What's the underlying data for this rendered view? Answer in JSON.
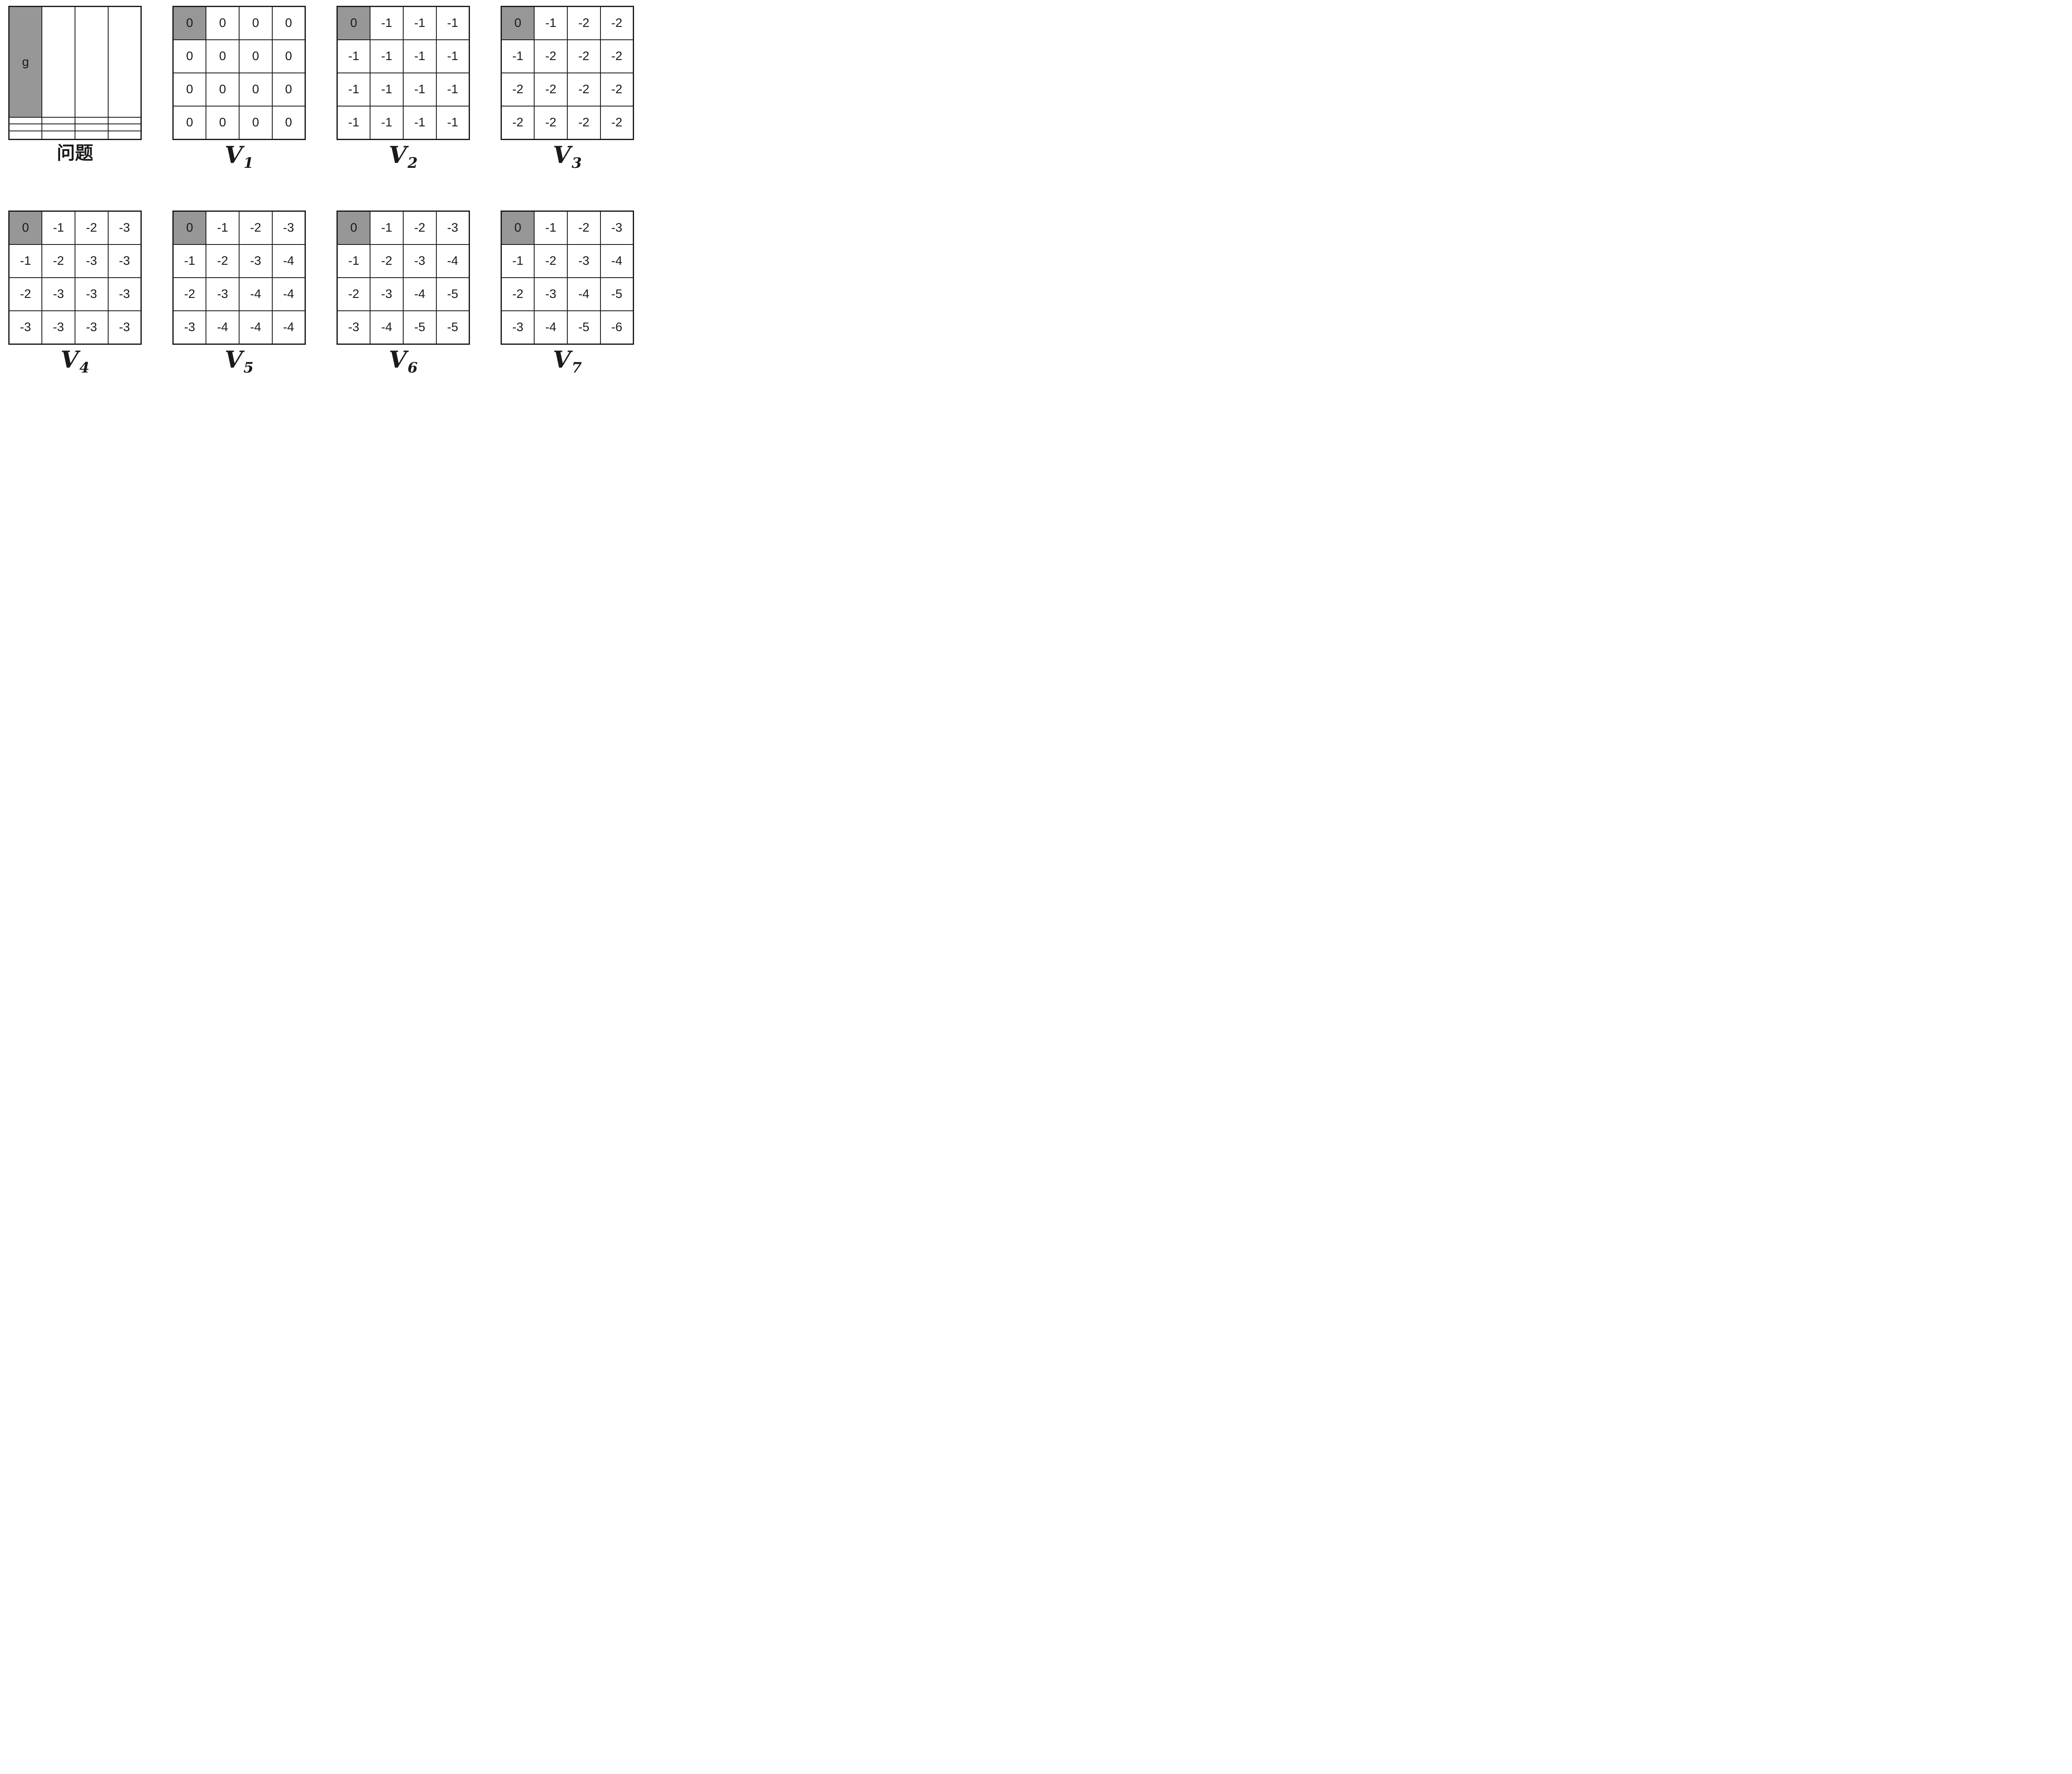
{
  "colors": {
    "background": "#ffffff",
    "goal_fill": "#979797",
    "line": "#1a1a1a",
    "ink": "#1a1a1a"
  },
  "layout": {
    "rows": [
      [
        "problem",
        "V1",
        "V2",
        "V3"
      ],
      [
        "V4",
        "V5",
        "V6",
        "V7"
      ]
    ]
  },
  "panels": [
    {
      "name": "problem",
      "caption": {
        "style": "cjk",
        "text": "问题"
      },
      "goal_cell": [
        0,
        0
      ],
      "cells": [
        [
          "g",
          "",
          "",
          ""
        ],
        [
          "",
          "",
          "",
          ""
        ],
        [
          "",
          "",
          "",
          ""
        ],
        [
          "",
          "",
          "",
          ""
        ]
      ]
    },
    {
      "name": "V1",
      "caption": {
        "style": "math",
        "base": "V",
        "sub": "1"
      },
      "goal_cell": [
        0,
        0
      ],
      "cells": [
        [
          "0",
          "0",
          "0",
          "0"
        ],
        [
          "0",
          "0",
          "0",
          "0"
        ],
        [
          "0",
          "0",
          "0",
          "0"
        ],
        [
          "0",
          "0",
          "0",
          "0"
        ]
      ]
    },
    {
      "name": "V2",
      "caption": {
        "style": "math",
        "base": "V",
        "sub": "2"
      },
      "goal_cell": [
        0,
        0
      ],
      "cells": [
        [
          "0",
          "-1",
          "-1",
          "-1"
        ],
        [
          "-1",
          "-1",
          "-1",
          "-1"
        ],
        [
          "-1",
          "-1",
          "-1",
          "-1"
        ],
        [
          "-1",
          "-1",
          "-1",
          "-1"
        ]
      ]
    },
    {
      "name": "V3",
      "caption": {
        "style": "math",
        "base": "V",
        "sub": "3"
      },
      "goal_cell": [
        0,
        0
      ],
      "cells": [
        [
          "0",
          "-1",
          "-2",
          "-2"
        ],
        [
          "-1",
          "-2",
          "-2",
          "-2"
        ],
        [
          "-2",
          "-2",
          "-2",
          "-2"
        ],
        [
          "-2",
          "-2",
          "-2",
          "-2"
        ]
      ]
    },
    {
      "name": "V4",
      "caption": {
        "style": "math",
        "base": "V",
        "sub": "4"
      },
      "goal_cell": [
        0,
        0
      ],
      "cells": [
        [
          "0",
          "-1",
          "-2",
          "-3"
        ],
        [
          "-1",
          "-2",
          "-3",
          "-3"
        ],
        [
          "-2",
          "-3",
          "-3",
          "-3"
        ],
        [
          "-3",
          "-3",
          "-3",
          "-3"
        ]
      ]
    },
    {
      "name": "V5",
      "caption": {
        "style": "math",
        "base": "V",
        "sub": "5"
      },
      "goal_cell": [
        0,
        0
      ],
      "cells": [
        [
          "0",
          "-1",
          "-2",
          "-3"
        ],
        [
          "-1",
          "-2",
          "-3",
          "-4"
        ],
        [
          "-2",
          "-3",
          "-4",
          "-4"
        ],
        [
          "-3",
          "-4",
          "-4",
          "-4"
        ]
      ]
    },
    {
      "name": "V6",
      "caption": {
        "style": "math",
        "base": "V",
        "sub": "6"
      },
      "goal_cell": [
        0,
        0
      ],
      "cells": [
        [
          "0",
          "-1",
          "-2",
          "-3"
        ],
        [
          "-1",
          "-2",
          "-3",
          "-4"
        ],
        [
          "-2",
          "-3",
          "-4",
          "-5"
        ],
        [
          "-3",
          "-4",
          "-5",
          "-5"
        ]
      ]
    },
    {
      "name": "V7",
      "caption": {
        "style": "math",
        "base": "V",
        "sub": "7"
      },
      "goal_cell": [
        0,
        0
      ],
      "cells": [
        [
          "0",
          "-1",
          "-2",
          "-3"
        ],
        [
          "-1",
          "-2",
          "-3",
          "-4"
        ],
        [
          "-2",
          "-3",
          "-4",
          "-5"
        ],
        [
          "-3",
          "-4",
          "-5",
          "-6"
        ]
      ]
    }
  ]
}
